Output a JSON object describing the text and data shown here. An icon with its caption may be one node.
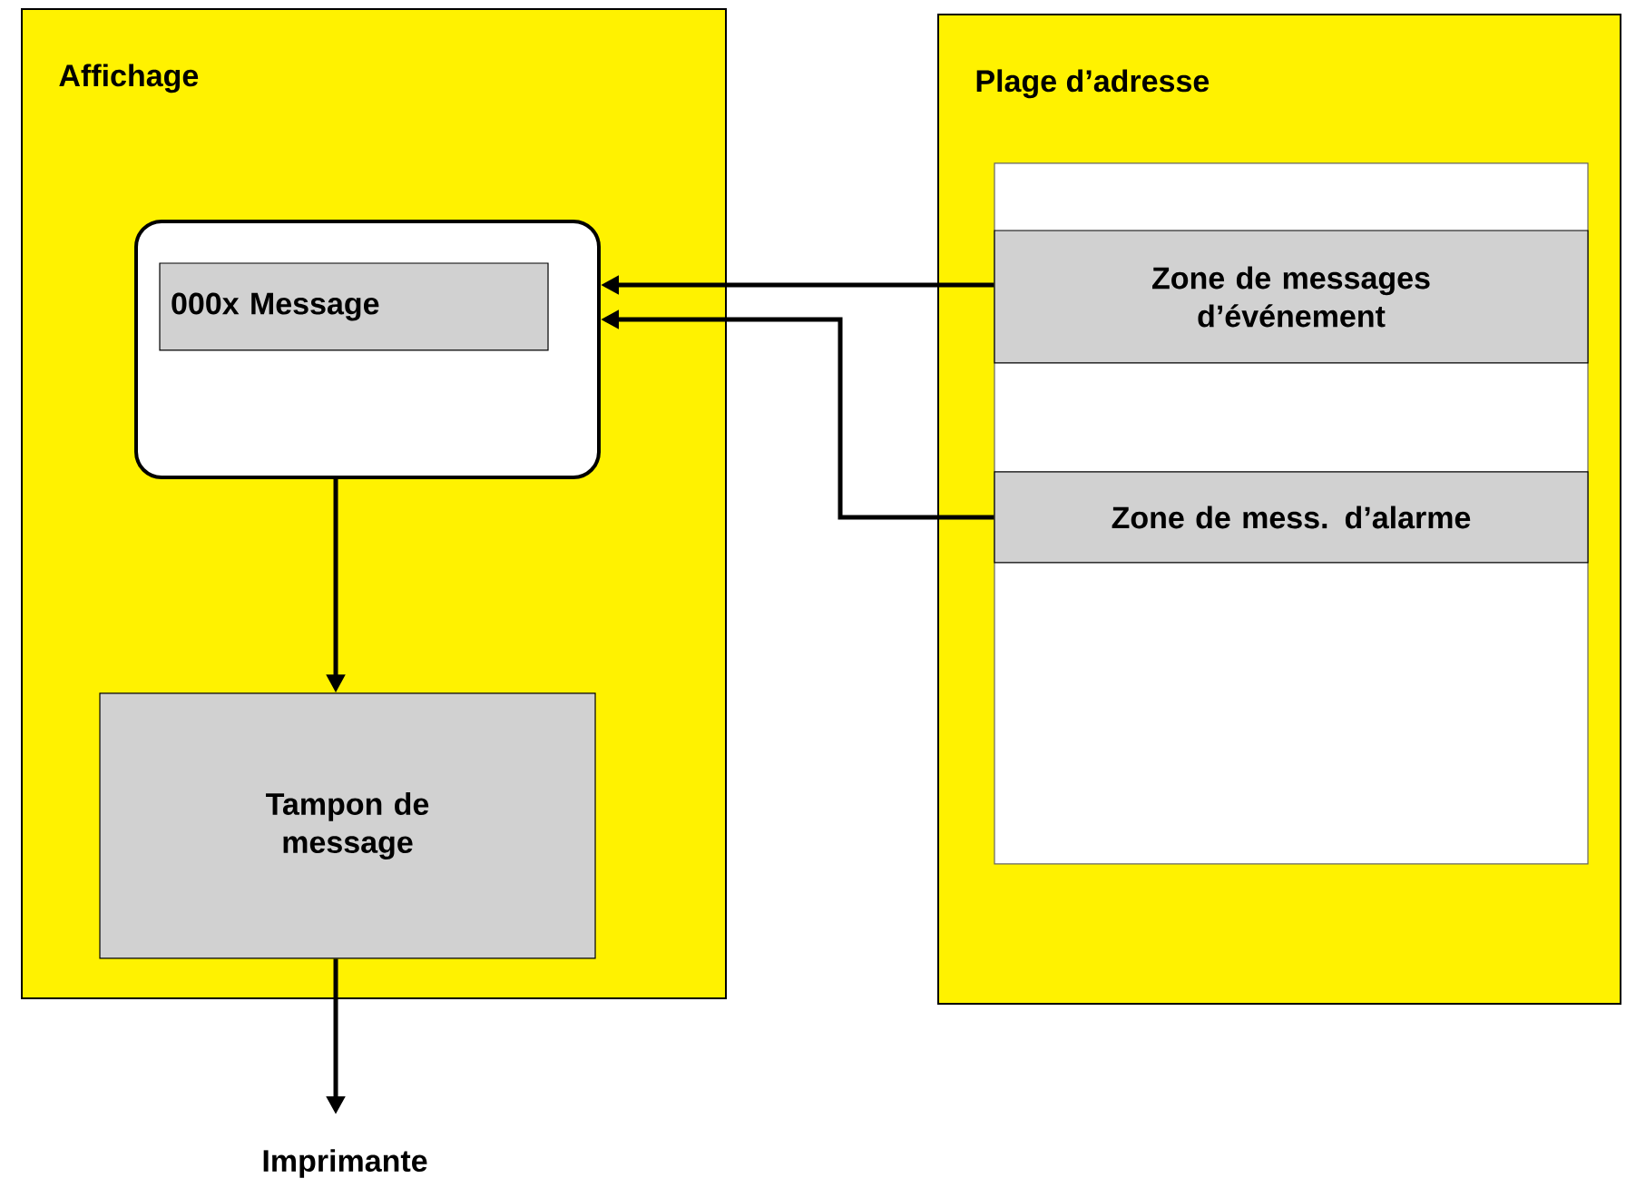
{
  "diagram": {
    "nodes": [
      {
        "text": [
          "Affichage"
        ]
      },
      {
        "text": [],
        "shape": "box",
        "in": 0
      },
      {
        "text": [
          "000x Message"
        ],
        "in": 1
      },
      {
        "text": [
          "Tampon de message"
        ],
        "in": 0
      },
      {
        "text": [
          "Imprimante"
        ]
      },
      {
        "text": [
          "Plage d’adresse"
        ]
      },
      {
        "text": [],
        "shape": "box",
        "in": 5
      },
      {
        "text": [
          "Zone de messages d’événement"
        ],
        "in": 6
      },
      {
        "text": [
          "Zone de mess. d’alarme"
        ],
        "in": 6
      }
    ],
    "edges": [
      {
        "from": 7,
        "to": 1,
        "arrow": "to"
      },
      {
        "from": 8,
        "to": 1,
        "arrow": "to"
      },
      {
        "from": 1,
        "to": 3,
        "arrow": "to"
      },
      {
        "from": 3,
        "to": 4,
        "arrow": "to"
      }
    ]
  }
}
